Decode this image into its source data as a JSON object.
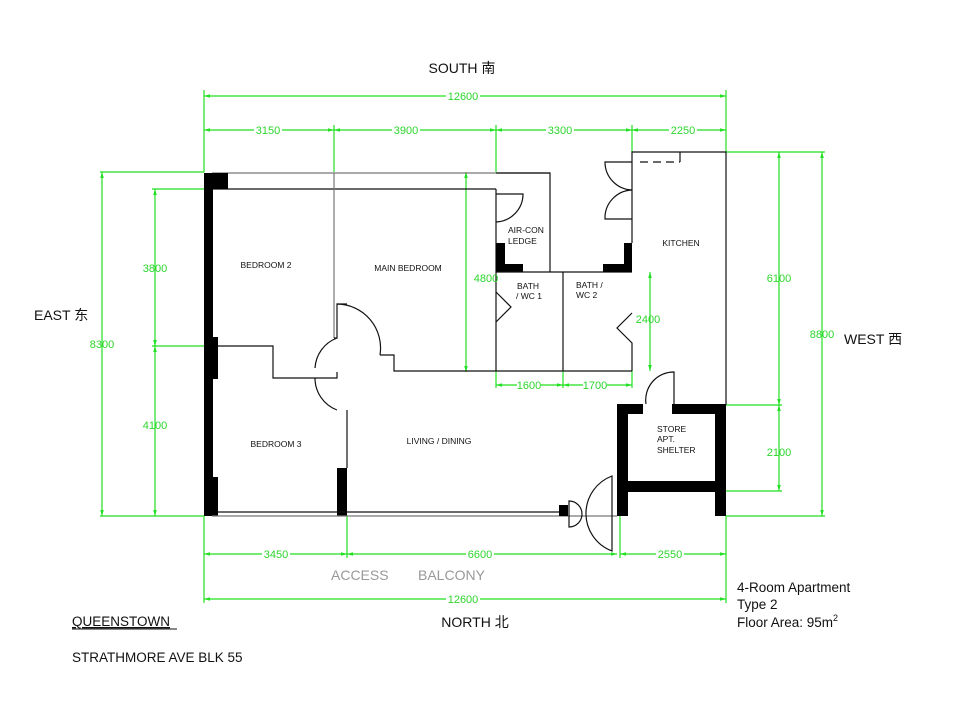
{
  "compass": {
    "south": "SOUTH 南",
    "north": "NORTH 北",
    "east": "EAST 东",
    "west": "WEST 西"
  },
  "rooms": {
    "bedroom2": "BEDROOM 2",
    "main_bedroom": "MAIN BEDROOM",
    "aircon_1": "AIR-CON",
    "aircon_2": "LEDGE",
    "bath1_1": "BATH",
    "bath1_2": "/ WC 1",
    "bath2_1": "BATH /",
    "bath2_2": "WC 2",
    "kitchen": "KITCHEN",
    "bedroom3": "BEDROOM 3",
    "living": "LIVING / DINING",
    "store_1": "STORE",
    "store_2": "APT.",
    "store_3": "SHELTER"
  },
  "dimensions": {
    "top_total": "12600",
    "top": [
      "3150",
      "3900",
      "3300",
      "2250"
    ],
    "bottom": [
      "3450",
      "6600",
      "2550"
    ],
    "bottom_total": "12600",
    "left_total": "8300",
    "left": [
      "3800",
      "4100"
    ],
    "right": [
      "6100",
      "2100"
    ],
    "right_total": "8800",
    "bath_width": [
      "1600",
      "1700"
    ],
    "bath_height": "2400",
    "center_height": "4800"
  },
  "balcony": {
    "word1": "ACCESS",
    "word2": "BALCONY"
  },
  "info": {
    "line1": "4-Room Apartment",
    "line2": "Type 2",
    "line3": "Floor Area: 95m",
    "sup": "2"
  },
  "location": {
    "town": "QUEENSTOWN",
    "address": "STRATHMORE AVE BLK 55"
  }
}
